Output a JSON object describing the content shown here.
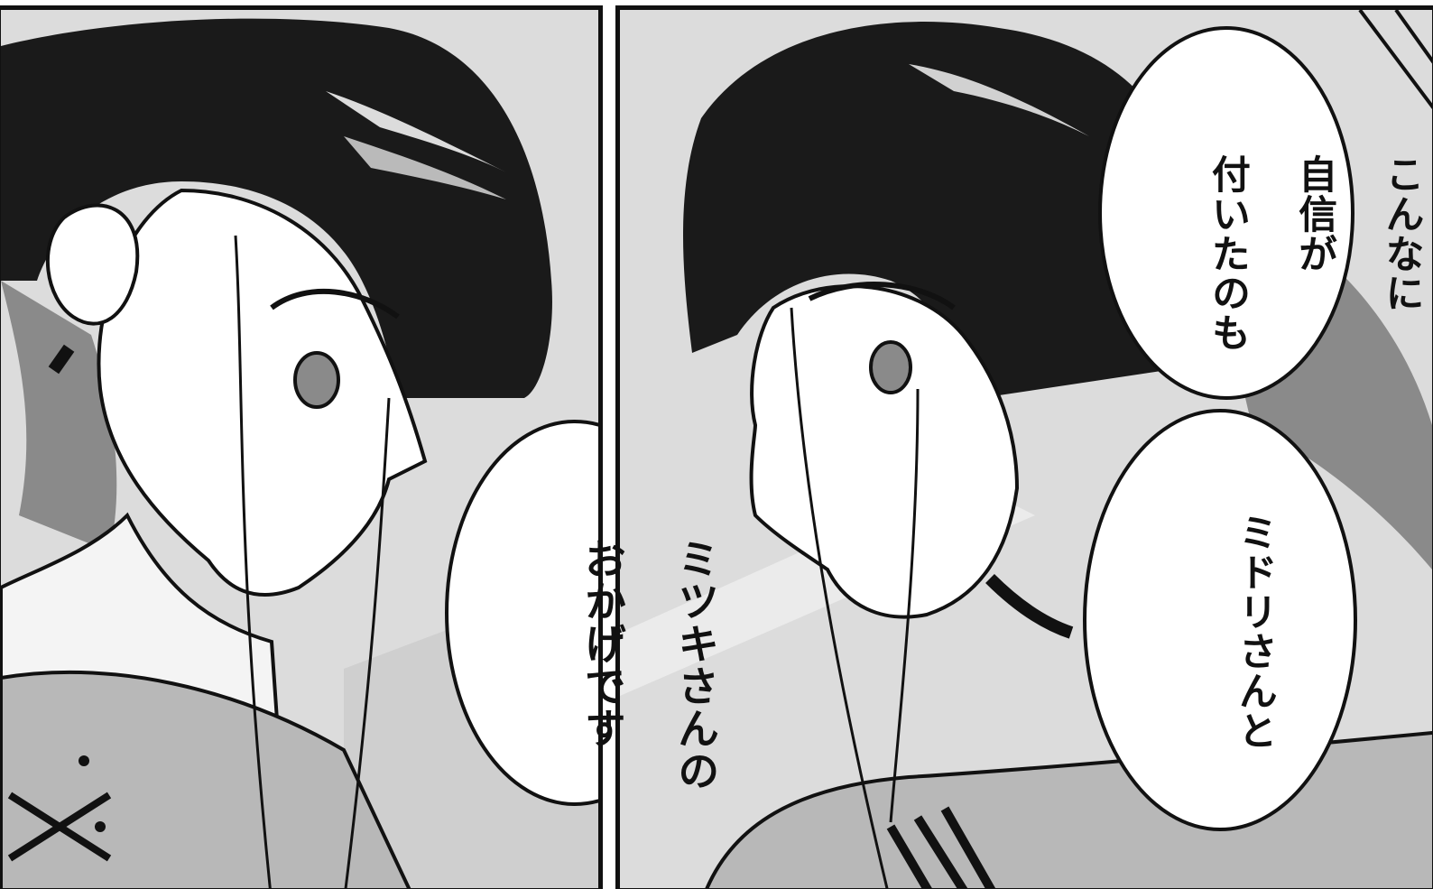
{
  "left_panel": {
    "speech_bubble": {
      "lines": [
        "ミツキさんの",
        "おかげです"
      ]
    }
  },
  "right_panel": {
    "speech_bubble_top": {
      "lines": [
        "こんなに",
        "自信が",
        "付いたのも"
      ]
    },
    "speech_bubble_bottom": {
      "lines": [
        "ミドリさんと"
      ]
    }
  },
  "colors": {
    "ink": "#111111",
    "screentone_light": "#dcdcdc",
    "screentone_mid": "#8a8a8a",
    "paper": "#ffffff"
  }
}
